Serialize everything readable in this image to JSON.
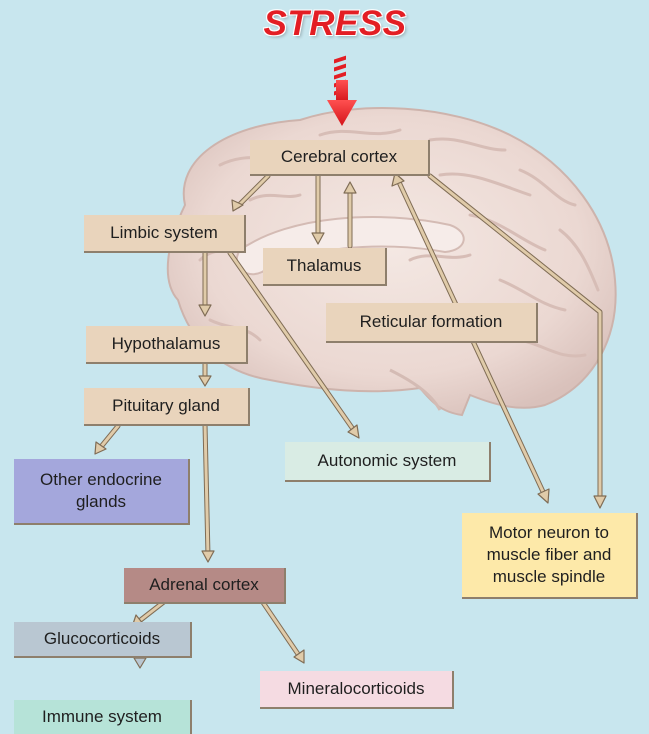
{
  "title": "STRESS",
  "boxes": {
    "cerebral_cortex": "Cerebral cortex",
    "limbic_system": "Limbic system",
    "thalamus": "Thalamus",
    "reticular_formation": "Reticular formation",
    "hypothalamus": "Hypothalamus",
    "pituitary_gland": "Pituitary gland",
    "autonomic_system": "Autonomic system",
    "other_endocrine_glands": "Other endocrine glands",
    "motor_neuron": "Motor neuron to muscle fiber and muscle spindle",
    "adrenal_cortex": "Adrenal cortex",
    "glucocorticoids": "Glucocorticoids",
    "mineralocorticoids": "Mineralocorticoids",
    "immune_system": "Immune system"
  },
  "colors": {
    "background": "#c8e6ee",
    "brain": "#ecdcd6",
    "stress_red": "#e31e24",
    "tan_box": "#e9d4bc",
    "autonomic_box": "#d9ece4",
    "endocrine_box": "#a4a7dc",
    "motor_box": "#fde9a9",
    "adrenal_box": "#b58a86",
    "glucocorticoids_box": "#b9c7d2",
    "mineralocorticoids_box": "#f5dbe2",
    "immune_box": "#b6e3d8",
    "arrow": "#e0cba9",
    "arrow_outline": "#7f6c55"
  }
}
